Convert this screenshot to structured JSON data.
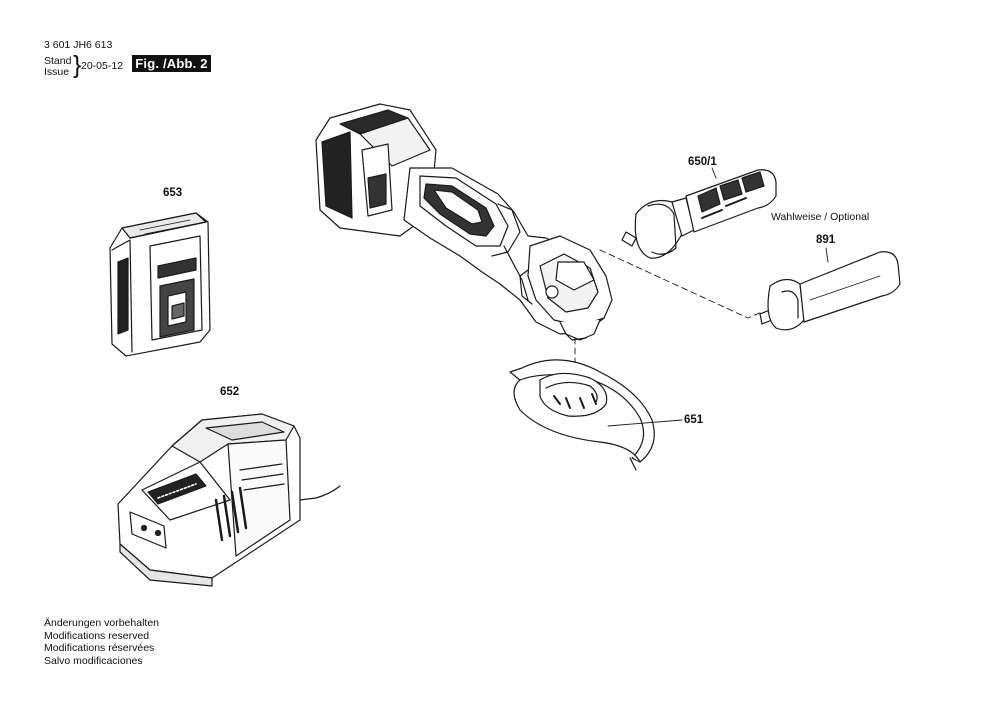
{
  "header": {
    "doc_number": "3 601 JH6 613",
    "stand_label": "Stand",
    "issue_label": "Issue",
    "brace": "}",
    "issue_date": "20-05-12",
    "figure_badge": "Fig. /Abb. 2"
  },
  "parts": {
    "battery": "653",
    "charger": "652",
    "handle_optional": "650/1",
    "handle_standard": "891",
    "guard": "651"
  },
  "note_optional": "Wahlweise / Optional",
  "footer": {
    "lines": [
      "Änderungen vorbehalten",
      "Modifications reserved",
      "Modifications réservées",
      "Salvo modificaciones"
    ]
  }
}
